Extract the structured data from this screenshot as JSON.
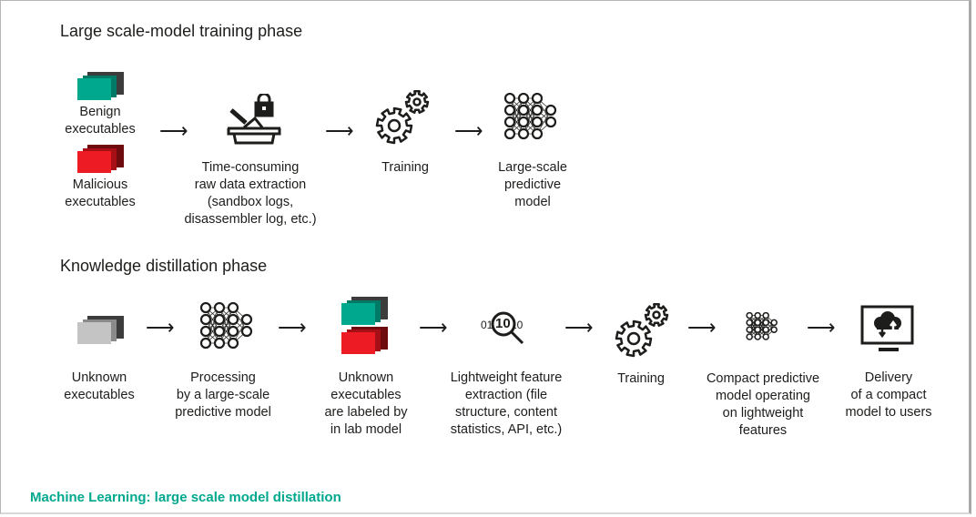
{
  "colors": {
    "benign": "#00a88e",
    "benign_mid": "#007a67",
    "benign_back": "#3c3c3c",
    "malicious": "#ed1c24",
    "malicious_mid": "#a50f15",
    "malicious_back": "#6e0b0e",
    "unknown": "#c4c4c4",
    "unknown_mid": "#8a8a8a",
    "unknown_back": "#3c3c3c",
    "footer": "#00a88e"
  },
  "phase1": {
    "title": "Large scale-model training phase",
    "inputs": [
      {
        "icon": "benign-files-icon",
        "lines": [
          "Benign",
          "executables"
        ]
      },
      {
        "icon": "malicious-files-icon",
        "lines": [
          "Malicious",
          "executables"
        ]
      }
    ],
    "arrow": "⟶",
    "steps": [
      {
        "icon": "data-extraction-lock-icon",
        "lines": [
          "Time-consuming",
          "raw data extraction",
          "(sandbox logs,",
          "disassembler log, etc.)"
        ]
      },
      {
        "icon": "gears-icon",
        "lines": [
          "Training"
        ]
      },
      {
        "icon": "neural-network-icon",
        "lines": [
          "Large-scale",
          "predictive",
          "model"
        ]
      }
    ]
  },
  "phase2": {
    "title": "Knowledge distillation phase",
    "steps": [
      {
        "icon": "unknown-files-icon",
        "lines": [
          "Unknown",
          "executables"
        ]
      },
      {
        "icon": "neural-network-icon",
        "lines": [
          "Processing",
          "by a large-scale",
          "predictive model"
        ]
      },
      {
        "icon": "labeled-files-icon",
        "lines": [
          "Unknown",
          "executables",
          "are labeled by",
          "in lab model"
        ]
      },
      {
        "icon": "binary-search-icon",
        "binary_left": "01",
        "binary_mid": "10",
        "binary_right": "10",
        "lines": [
          "Lightweight feature",
          "extraction (file",
          "structure, content",
          "statistics, API, etc.)"
        ]
      },
      {
        "icon": "gears-icon",
        "lines": [
          "Training"
        ]
      },
      {
        "icon": "compact-neural-network-icon",
        "lines": [
          "Compact predictive",
          "model operating",
          "on lightweight",
          "features"
        ]
      },
      {
        "icon": "cloud-monitor-icon",
        "lines": [
          "Delivery",
          "of a compact",
          "model to users"
        ]
      }
    ]
  },
  "footer": "Machine Learning: large scale model distillation"
}
